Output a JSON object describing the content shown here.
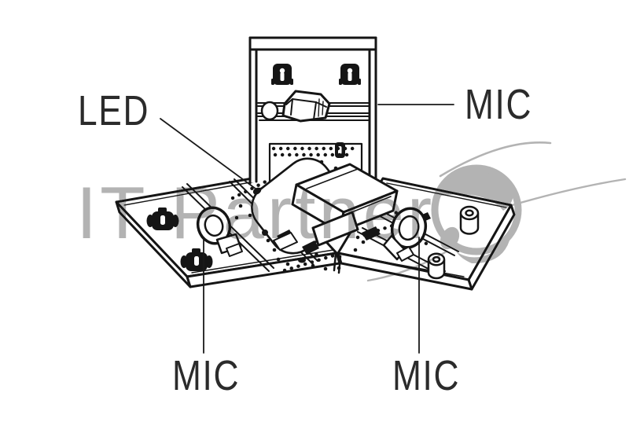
{
  "page": {
    "background": "#ffffff"
  },
  "diagram": {
    "type": "technical-line-drawing",
    "subject": "conference speakerphone internal assembly with microphone and LED callouts",
    "line_color": "#151515",
    "label_color": "#2b2b2b",
    "labels": {
      "led": "LED",
      "mic_top": "MIC",
      "mic_bottom_left": "MIC",
      "mic_bottom_right": "MIC"
    }
  },
  "watermark": {
    "text": "IT Partner",
    "color": "#b3b3b3"
  }
}
